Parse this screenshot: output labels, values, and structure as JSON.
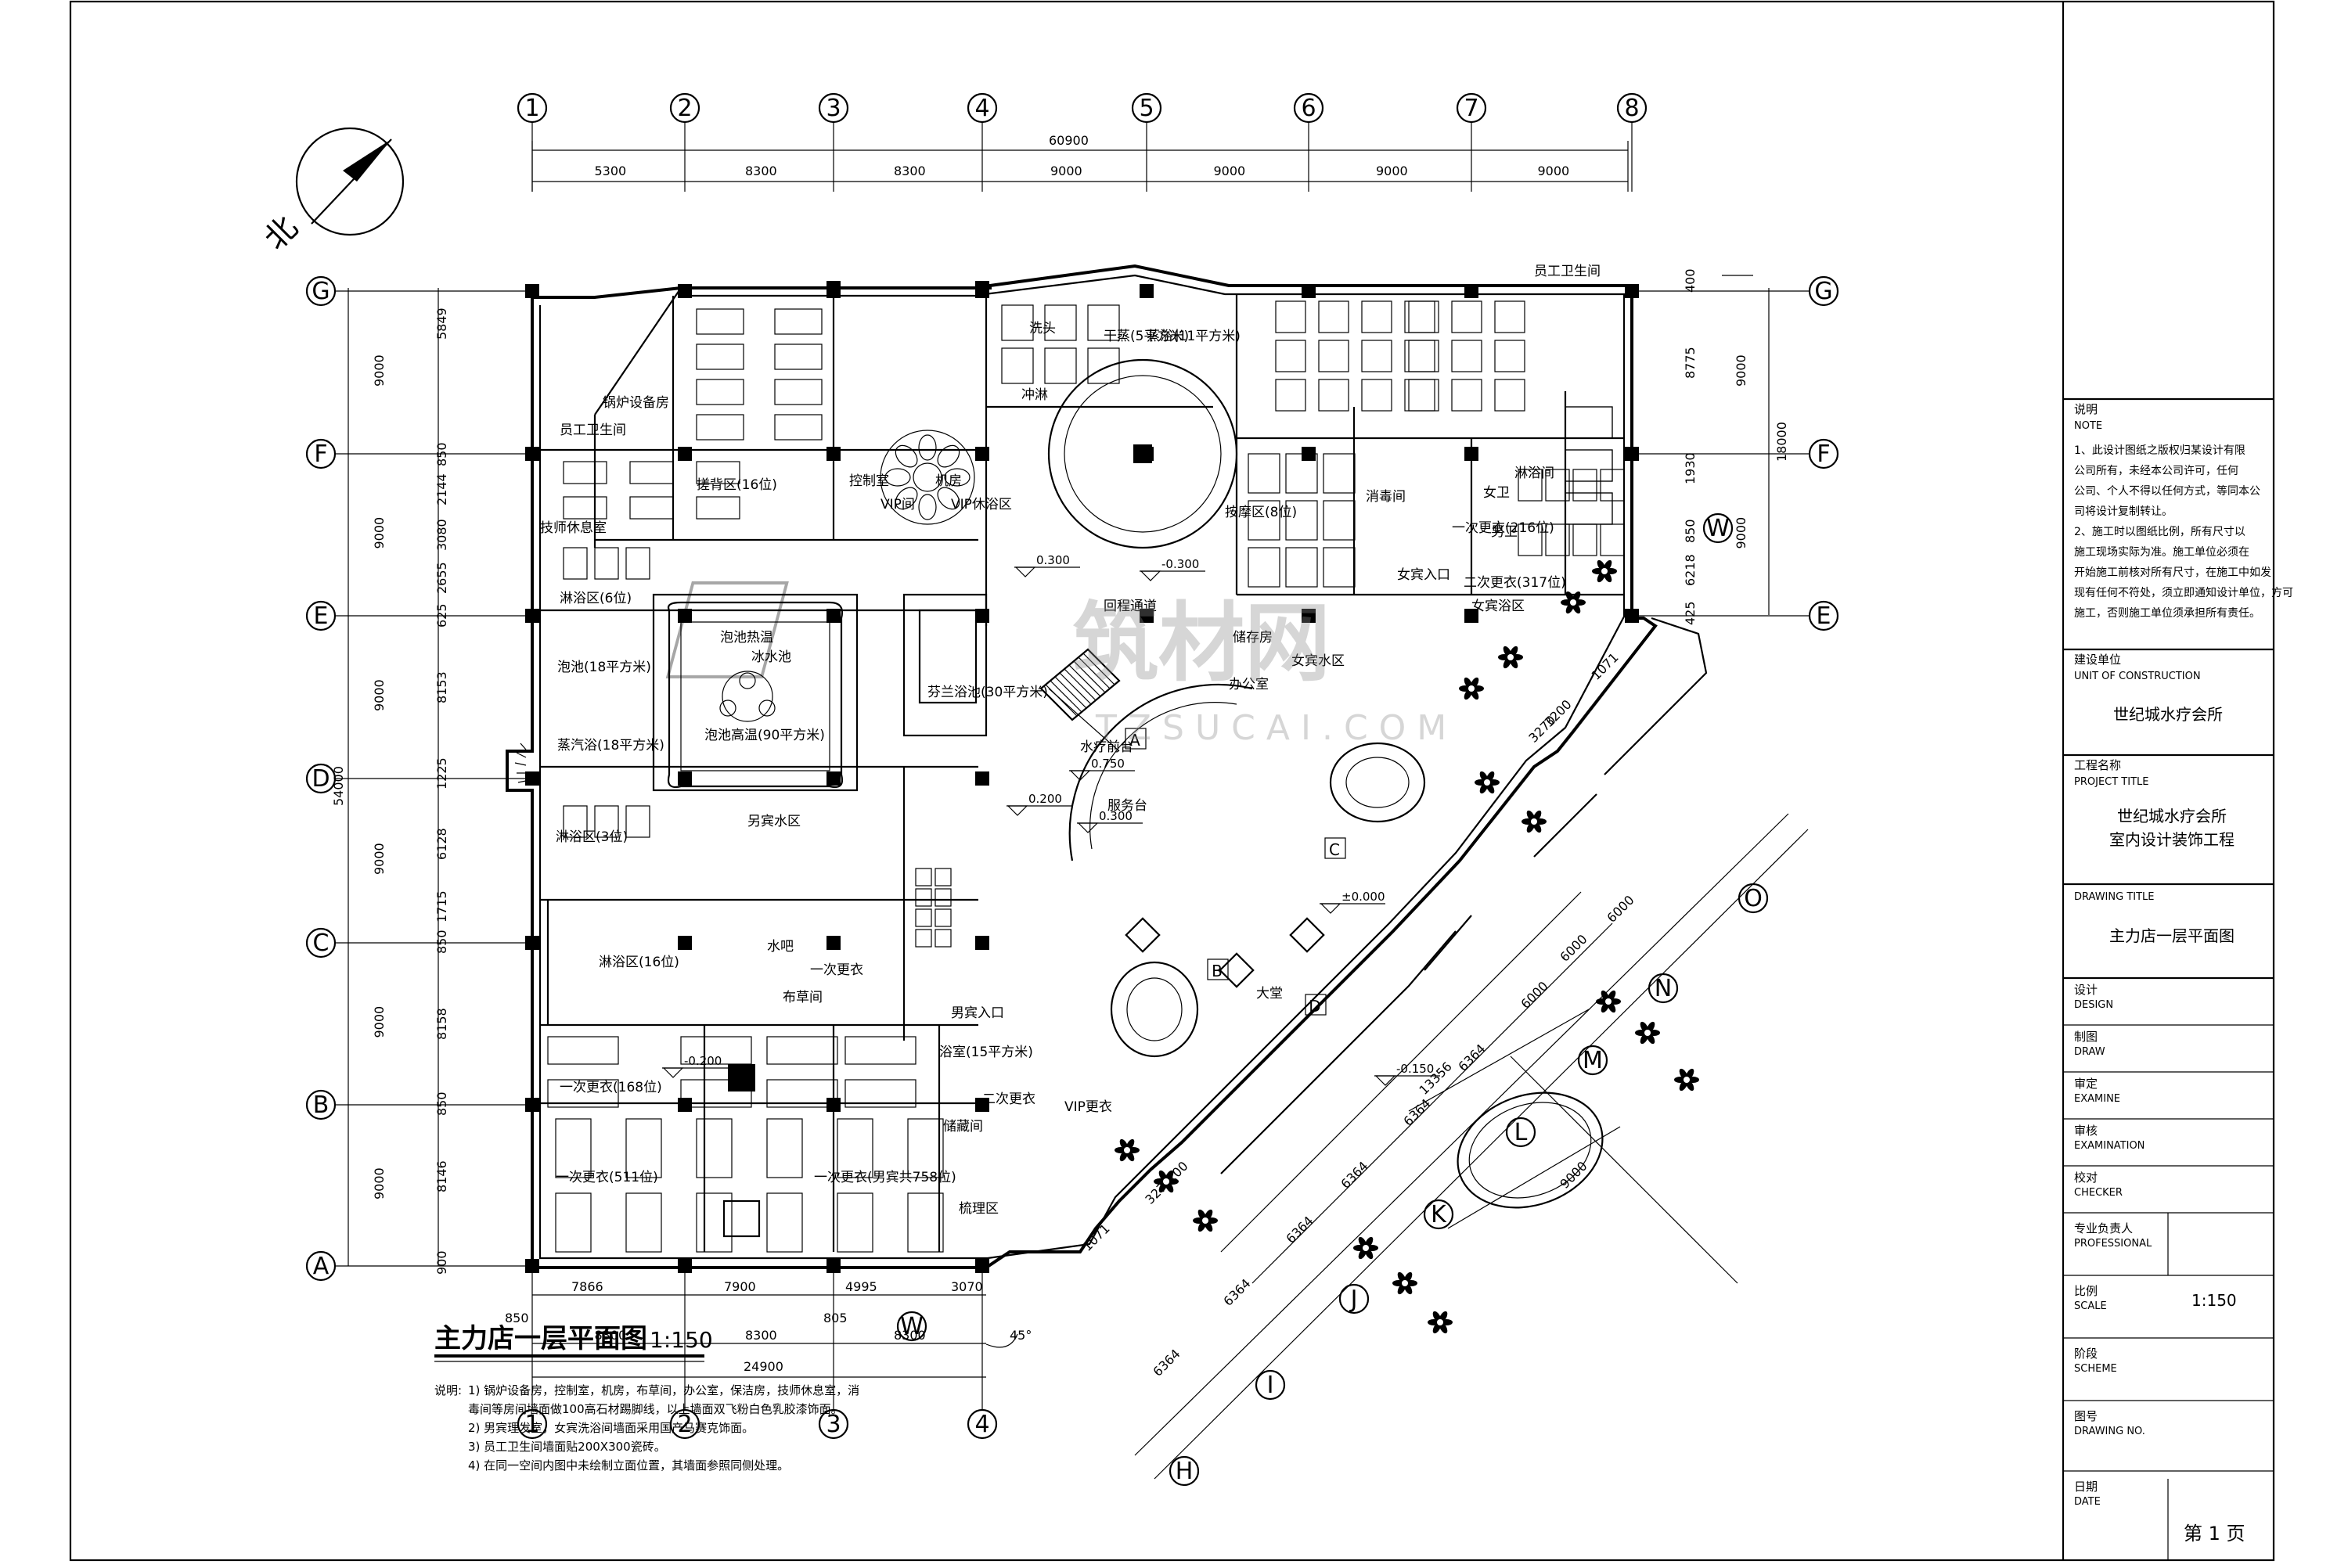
{
  "drawing": {
    "title": "主力店一层平面图",
    "scale": "1:150",
    "north_label": "北",
    "page_label": "第 1 页",
    "grid_top": [
      "1",
      "2",
      "3",
      "4",
      "5",
      "6",
      "7",
      "8"
    ],
    "grid_bottom": [
      "1",
      "2",
      "3",
      "4"
    ],
    "grid_left": [
      "G",
      "F",
      "E",
      "D",
      "C",
      "B",
      "A"
    ],
    "grid_right": [
      "G",
      "F",
      "E"
    ],
    "grid_diag_right": [
      "W"
    ],
    "grid_diag": [
      "H",
      "I",
      "J",
      "K",
      "L",
      "M",
      "N",
      "O"
    ],
    "dims_top_total": "60900",
    "dims_top": [
      "5300",
      "8300",
      "8300",
      "9000",
      "9000",
      "9000",
      "9000"
    ],
    "dims_bottom_detail": [
      "7866",
      "7900",
      "4995",
      "3070"
    ],
    "dims_bottom": [
      "8300",
      "8300",
      "8300"
    ],
    "dims_bottom_total": "24900",
    "dims_bottom_extra": [
      "850",
      "805"
    ],
    "dims_left": [
      "9000",
      "9000",
      "9000",
      "9000",
      "9000",
      "9000"
    ],
    "dims_left_total": "54000",
    "dims_left_detail": [
      "5849",
      "850",
      "2144",
      "3080",
      "2655",
      "625",
      "8153",
      "1225",
      "6128",
      "1715",
      "850",
      "8158",
      "850",
      "8146",
      "900"
    ],
    "dims_right": [
      "9000",
      "9000"
    ],
    "dims_right_total": "18000",
    "dims_right_detail": [
      "400",
      "8775",
      "1930",
      "850",
      "6218",
      "425"
    ],
    "dims_diag": [
      "6364",
      "6364",
      "6364",
      "6364",
      "6364",
      "6364",
      "6000",
      "6000",
      "6000",
      "9000",
      "13356",
      "3270",
      "3200",
      "3270",
      "3200",
      "1071",
      "1071"
    ],
    "angle": "45°",
    "levels": [
      "-0.150",
      "±0.000",
      "-0.300",
      "0.300",
      "-0.200",
      "0.200",
      "0.750",
      "0.300"
    ],
    "notes_label": "说明:",
    "notes": [
      "1) 锅炉设备房，控制室，机房，布草间，办公室，保洁房，技师休息室，消",
      "毒间等房间墙面做100高石材踢脚线，以上墙面双飞粉白色乳胶漆饰面。",
      "2) 男宾理发室，女宾洗浴间墙面采用国产马赛克饰面。",
      "3) 员工卫生间墙面贴200X300瓷砖。",
      "4) 在同一空间内图中未绘制立面位置，其墙面参照同侧处理。"
    ],
    "rooms": [
      {
        "label": "锅炉设备房"
      },
      {
        "label": "控制室"
      },
      {
        "label": "机房"
      },
      {
        "label": "员工卫生间"
      },
      {
        "label": "技师休息室"
      },
      {
        "label": "搓背区(16位)"
      },
      {
        "label": "VIP间"
      },
      {
        "label": "VIP休浴区"
      },
      {
        "label": "淋浴区(6位)"
      },
      {
        "label": "泡池(18平方米)"
      },
      {
        "label": "蒸汽浴(18平方米)"
      },
      {
        "label": "泡池热温"
      },
      {
        "label": "冰水池"
      },
      {
        "label": "泡池高温(90平方米)"
      },
      {
        "label": "芬兰浴池(30平方米)"
      },
      {
        "label": "另宾水区"
      },
      {
        "label": "淋浴区(3位)"
      },
      {
        "label": "淋浴区(16位)"
      },
      {
        "label": "水吧"
      },
      {
        "label": "一次更衣"
      },
      {
        "label": "一次更衣(168位)"
      },
      {
        "label": "一次更衣(511位)"
      },
      {
        "label": "一次更衣(男宾共758位)"
      },
      {
        "label": "二次更衣"
      },
      {
        "label": "梳理区"
      },
      {
        "label": "布草间"
      },
      {
        "label": "储藏间"
      },
      {
        "label": "蒸浴(11平方米)"
      },
      {
        "label": "干蒸(5平方米)"
      },
      {
        "label": "洗头"
      },
      {
        "label": "冲淋"
      },
      {
        "label": "按摩区(8位)"
      },
      {
        "label": "消毒间"
      },
      {
        "label": "女宾入口"
      },
      {
        "label": "男宾入口"
      },
      {
        "label": "女宾水区"
      },
      {
        "label": "回程通道"
      },
      {
        "label": "办公室"
      },
      {
        "label": "储存房"
      },
      {
        "label": "水疗前台"
      },
      {
        "label": "服务台"
      },
      {
        "label": "大堂"
      },
      {
        "label": "浴室(15平方米)"
      },
      {
        "label": "VIP更衣"
      },
      {
        "label": "一次更衣(216位)"
      },
      {
        "label": "二次更衣(317位)"
      },
      {
        "label": "女卫"
      },
      {
        "label": "男卫"
      },
      {
        "label": "女宾浴区"
      },
      {
        "label": "淋浴间"
      },
      {
        "label": "员工卫生间"
      }
    ],
    "section_marks": [
      "A",
      "B",
      "C",
      "D"
    ],
    "watermark": "筑材网",
    "watermark_en": "TZSUCAI.COM"
  },
  "title_block": {
    "notes_title_cn": "说明",
    "notes_title_en": "NOTE",
    "notes_body": [
      "1、此设计图纸之版权归某设计有限",
      "公司所有，未经本公司许可，任何",
      "公司、个人不得以任何方式，等同本公",
      "司将设计复制转让。",
      "2、施工时以图纸比例，所有尺寸以",
      "施工现场实际为准。施工单位必须在",
      "开始施工前核对所有尺寸，在施工中如发",
      "现有任何不符处，须立即通知设计单位，方可",
      "施工，否则施工单位须承担所有责任。"
    ],
    "client_cn": "建设单位",
    "client_en": "UNIT OF CONSTRUCTION",
    "client_value": "世纪城水疗会所",
    "project_cn": "工程名称",
    "project_en": "PROJECT TITLE",
    "project_value_1": "世纪城水疗会所",
    "project_value_2": "室内设计装饰工程",
    "drawing_title_en": "DRAWING TITLE",
    "drawing_title_value": "主力店一层平面图",
    "rows": [
      {
        "cn": "设计",
        "en": "DESIGN",
        "value": ""
      },
      {
        "cn": "制图",
        "en": "DRAW",
        "value": ""
      },
      {
        "cn": "审定",
        "en": "EXAMINE",
        "value": ""
      },
      {
        "cn": "审核",
        "en": "EXAMINATION",
        "value": ""
      },
      {
        "cn": "校对",
        "en": "CHECKER",
        "value": ""
      },
      {
        "cn": "专业负责人",
        "en": "PROFESSIONAL",
        "value": ""
      },
      {
        "cn": "比例",
        "en": "SCALE",
        "value": "1:150"
      },
      {
        "cn": "阶段",
        "en": "SCHEME",
        "value": ""
      },
      {
        "cn": "图号",
        "en": "DRAWING NO.",
        "value": ""
      },
      {
        "cn": "日期",
        "en": "DATE",
        "value": ""
      }
    ]
  }
}
